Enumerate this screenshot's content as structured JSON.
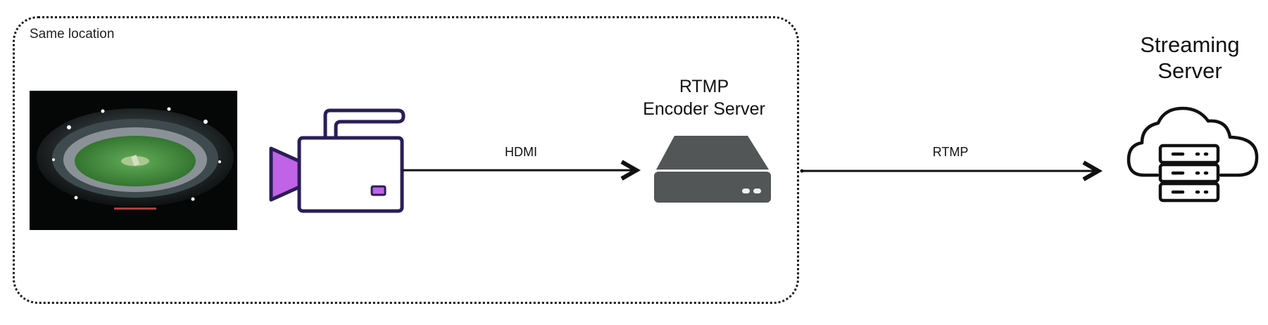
{
  "location": {
    "label": "Same location"
  },
  "nodes": {
    "stadium": {
      "icon": "stadium-photo"
    },
    "camera": {
      "icon": "video-camera-icon"
    },
    "encoder": {
      "label_line1": "RTMP",
      "label_line2": "Encoder Server",
      "icon": "encoder-box-icon"
    },
    "streaming": {
      "label_line1": "Streaming",
      "label_line2": "Server",
      "icon": "cloud-server-icon"
    }
  },
  "edges": [
    {
      "from": "camera",
      "to": "encoder",
      "label": "HDMI"
    },
    {
      "from": "encoder",
      "to": "streaming",
      "label": "RTMP"
    }
  ],
  "colors": {
    "camera_outline": "#2a1d57",
    "camera_lens": "#c063e6",
    "encoder_body": "#535656",
    "border": "#1a1a1a"
  }
}
